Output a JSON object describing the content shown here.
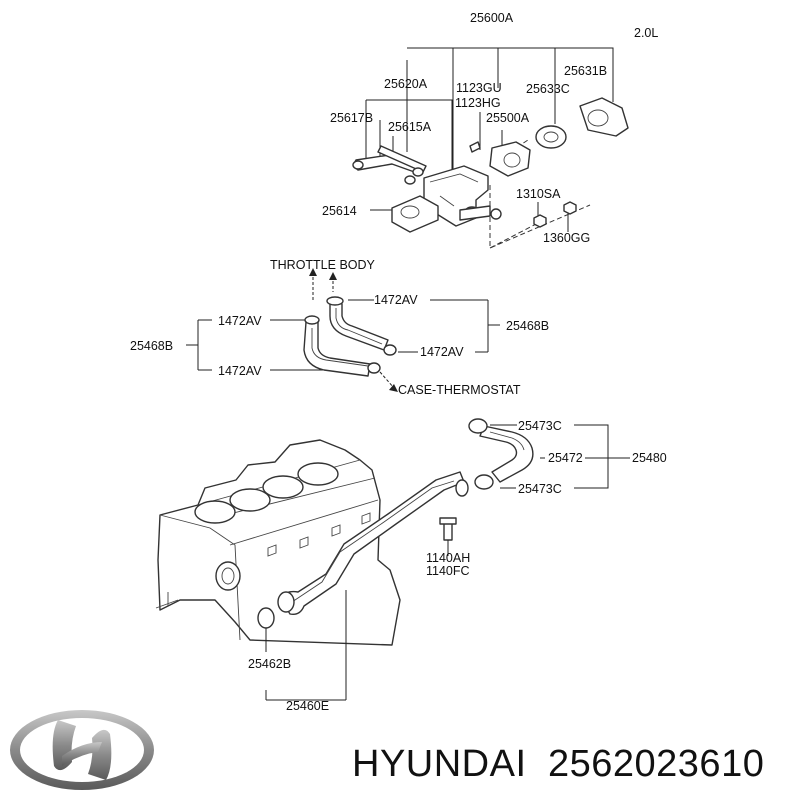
{
  "engine": "2.0L",
  "labels": {
    "p25600A": "25600A",
    "p25620A": "25620A",
    "p1123GU": "1123GU",
    "p1123HG": "1123HG",
    "p25631B": "25631B",
    "p25633C": "25633C",
    "p25617B": "25617B",
    "p25615A": "25615A",
    "p25500A": "25500A",
    "p1310SA": "1310SA",
    "p25614": "25614",
    "p1360GG": "1360GG",
    "throttle_body": "THROTTLE BODY",
    "p1472AV_top": "1472AV",
    "p1472AV_left_top": "1472AV",
    "p25468B_right": "25468B",
    "p25468B_left": "25468B",
    "p1472AV_right": "1472AV",
    "p1472AV_left_bottom": "1472AV",
    "case_thermostat": "CASE-THERMOSTAT",
    "p25473C_top": "25473C",
    "p25472": "25472",
    "p25480": "25480",
    "p25473C_bottom": "25473C",
    "p1140AH": "1140AH",
    "p1140FC": "1140FC",
    "p25462B": "25462B",
    "p25460E": "25460E"
  },
  "footer": {
    "brand": "HYUNDAI",
    "part_number": "2562023610"
  },
  "logo": {
    "name": "hyundai-logo",
    "color": "#8a8a8a"
  }
}
